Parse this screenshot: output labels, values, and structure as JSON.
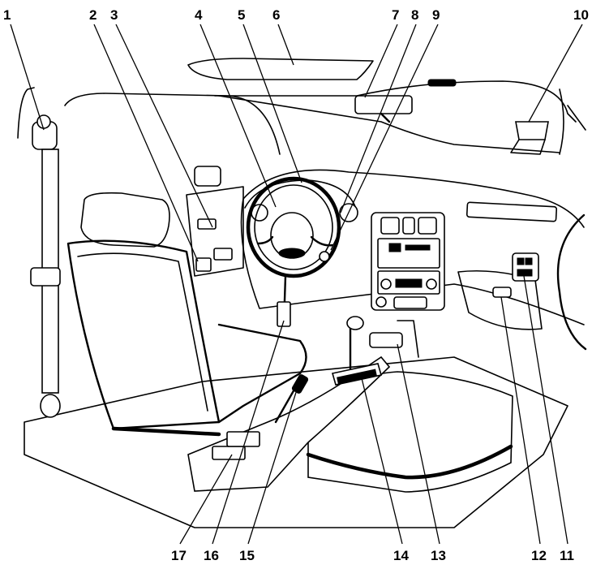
{
  "callouts": {
    "n1": "1",
    "n2": "2",
    "n3": "3",
    "n4": "4",
    "n5": "5",
    "n6": "6",
    "n7": "7",
    "n8": "8",
    "n9": "9",
    "n10": "10",
    "n11": "11",
    "n12": "12",
    "n13": "13",
    "n14": "14",
    "n15": "15",
    "n16": "16",
    "n17": "17"
  },
  "colors": {
    "ink": "#000000",
    "paper": "#ffffff"
  }
}
